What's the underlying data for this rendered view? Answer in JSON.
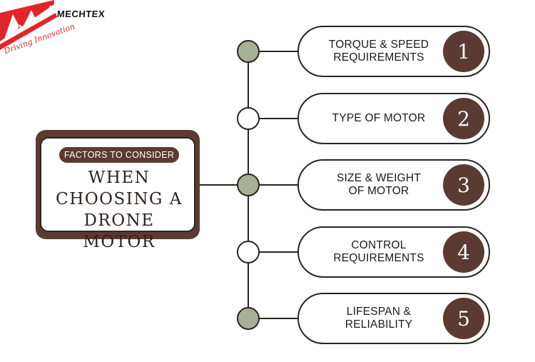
{
  "logo": {
    "brand": "MECHTEX",
    "tagline": "Driving Innovation",
    "icon": "mechtex-m-logo"
  },
  "title_card": {
    "label": "FACTORS TO CONSIDER",
    "heading": "WHEN\nCHOOSING A\nDRONE MOTOR"
  },
  "factors": [
    {
      "number": "1",
      "label": "TORQUE & SPEED\nREQUIREMENTS",
      "node": "filled"
    },
    {
      "number": "2",
      "label": "TYPE OF MOTOR",
      "node": "hollow"
    },
    {
      "number": "3",
      "label": "SIZE & WEIGHT\nOF MOTOR",
      "node": "filled"
    },
    {
      "number": "4",
      "label": "CONTROL\nREQUIREMENTS",
      "node": "hollow"
    },
    {
      "number": "5",
      "label": "LIFESPAN &\nRELIABILITY",
      "node": "filled"
    }
  ],
  "colors": {
    "brown": "#5a3a31",
    "node_fill": "#a8b096",
    "line": "#2d2320",
    "logo_red": "#e0252b"
  }
}
